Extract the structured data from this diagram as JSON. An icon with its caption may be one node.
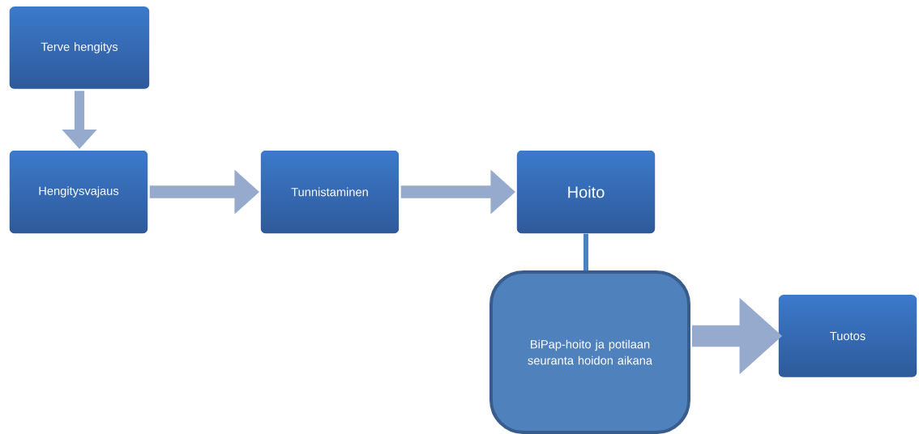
{
  "diagram": {
    "nodes": [
      {
        "text": [
          "Terve hengitys"
        ]
      },
      {
        "text": [
          "Hengitysvajaus"
        ]
      },
      {
        "text": [
          "Tunnistaminen"
        ]
      },
      {
        "text": [
          "Hoito"
        ]
      },
      {
        "text": [
          "BiPap-hoito ja potilaan seuranta hoidon aikana"
        ]
      },
      {
        "text": [
          "Tuotos"
        ]
      }
    ],
    "edges": [
      {
        "from": 0,
        "to": 1,
        "arrow": "to"
      },
      {
        "from": 1,
        "to": 2,
        "arrow": "to"
      },
      {
        "from": 2,
        "to": 3,
        "arrow": "to"
      },
      {
        "from": 3,
        "to": 4,
        "arrow": "none",
        "color": "#4f81bd"
      },
      {
        "from": 4,
        "to": 5,
        "arrow": "to"
      }
    ]
  }
}
